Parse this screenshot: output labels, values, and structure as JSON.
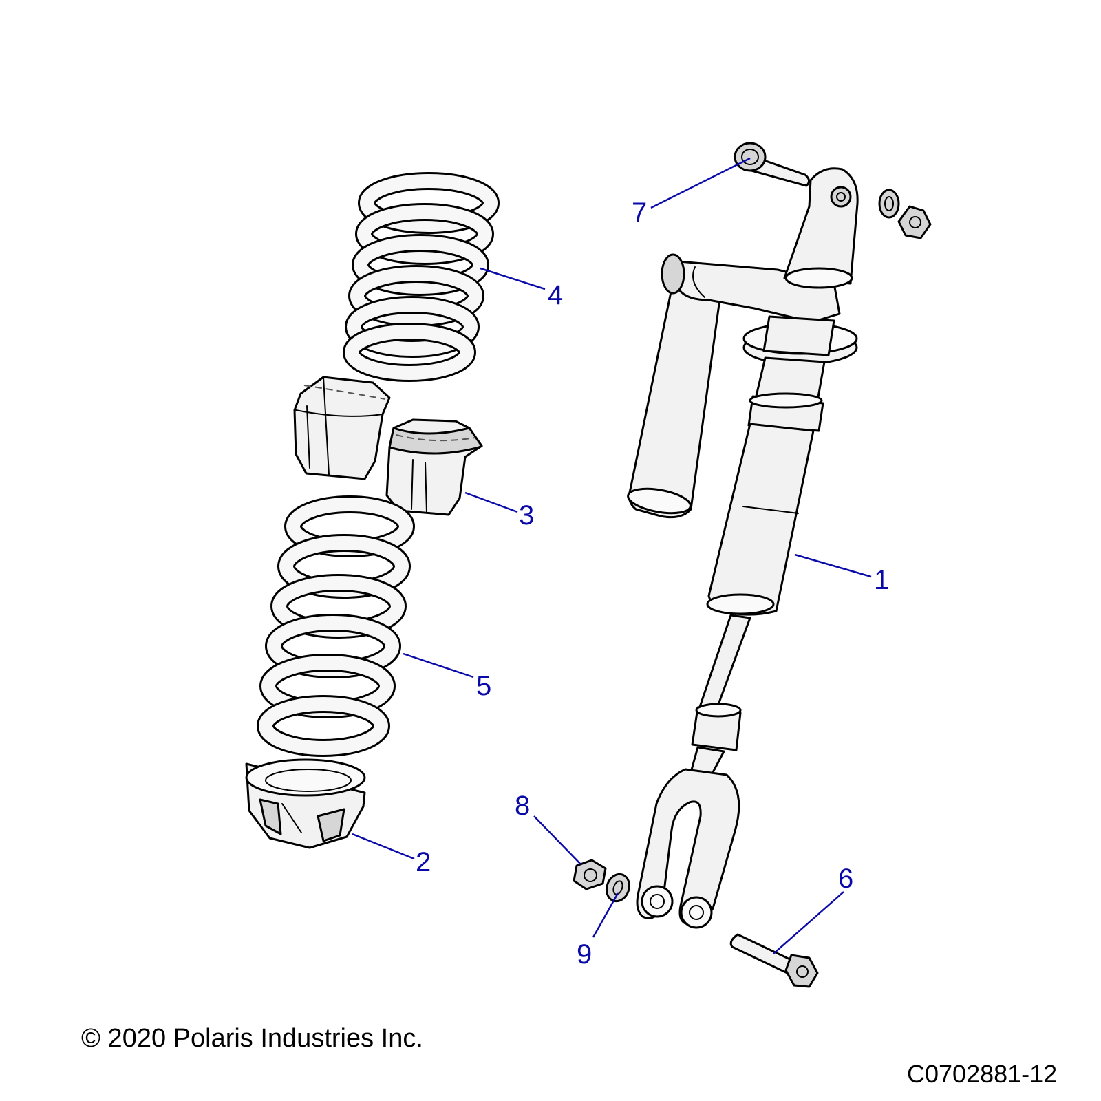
{
  "callouts": [
    {
      "id": "1",
      "label": "1"
    },
    {
      "id": "2",
      "label": "2"
    },
    {
      "id": "3",
      "label": "3"
    },
    {
      "id": "4",
      "label": "4"
    },
    {
      "id": "5",
      "label": "5"
    },
    {
      "id": "6",
      "label": "6"
    },
    {
      "id": "7",
      "label": "7"
    },
    {
      "id": "8",
      "label": "8"
    },
    {
      "id": "9",
      "label": "9"
    }
  ],
  "footer": {
    "copyright": "© 2020 Polaris Industries Inc.",
    "drawing_id": "C0702881-12"
  },
  "colors": {
    "callout_blue": "#0a0aa8",
    "outline": "#000000",
    "part_fill": "#f2f2f2"
  }
}
